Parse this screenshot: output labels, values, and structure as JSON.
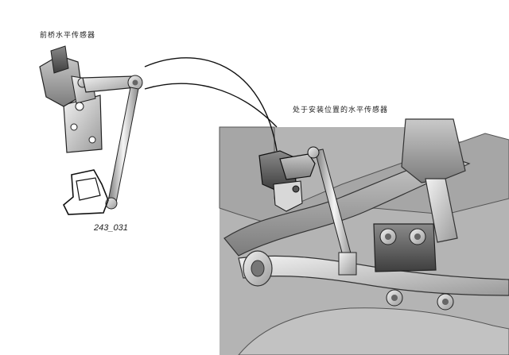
{
  "labels": {
    "front_sensor": "前桥水平传感器",
    "installed_sensor": "处于安装位置的水平传感器",
    "figure_code": "243_031"
  }
}
